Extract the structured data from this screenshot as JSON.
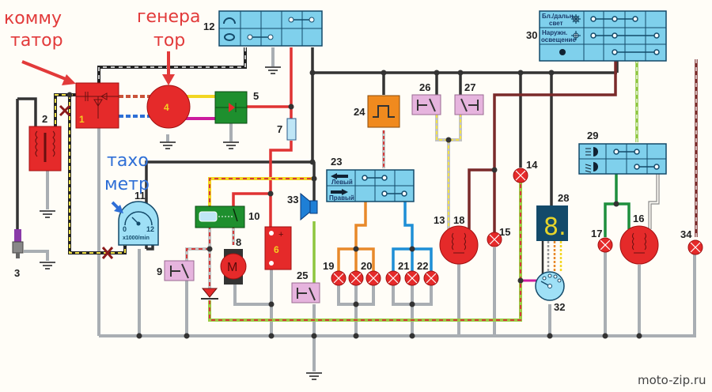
{
  "diagram": {
    "type": "motorcycle-wiring-schematic",
    "annotations": {
      "commutator": [
        "комму",
        "татор"
      ],
      "generator": [
        "генера",
        "тор"
      ],
      "tachometer": [
        "тахо",
        "метр"
      ]
    },
    "tachometer_dial": {
      "min": "0",
      "max": "12",
      "unit": "x1000/min"
    },
    "turn_switch": {
      "left": "Левый",
      "right": "Правый"
    },
    "light_switch": {
      "high_low": [
        "Бл./дальн.",
        "свет"
      ],
      "outer": [
        "Наружн.",
        "освещение"
      ]
    },
    "watermark": "moto-zip.ru",
    "components": [
      {
        "id": "1",
        "name": "commutator"
      },
      {
        "id": "2",
        "name": "ignition-coil"
      },
      {
        "id": "3",
        "name": "spark-plug"
      },
      {
        "id": "4",
        "name": "generator"
      },
      {
        "id": "5",
        "name": "rectifier"
      },
      {
        "id": "6",
        "name": "battery"
      },
      {
        "id": "7",
        "name": "fuse"
      },
      {
        "id": "8",
        "name": "starter-motor"
      },
      {
        "id": "9",
        "name": "starter-button"
      },
      {
        "id": "10",
        "name": "starter-relay"
      },
      {
        "id": "11",
        "name": "tachometer"
      },
      {
        "id": "12",
        "name": "ignition-switch"
      },
      {
        "id": "13",
        "name": "lamp-13"
      },
      {
        "id": "14",
        "name": "indicator-lamp-14"
      },
      {
        "id": "15",
        "name": "lamp-15"
      },
      {
        "id": "16",
        "name": "headlight"
      },
      {
        "id": "17",
        "name": "lamp-17"
      },
      {
        "id": "18",
        "name": "tail-brake-light"
      },
      {
        "id": "19",
        "name": "turn-lamp-19"
      },
      {
        "id": "20",
        "name": "turn-lamp-20"
      },
      {
        "id": "21",
        "name": "turn-lamp-21"
      },
      {
        "id": "22",
        "name": "turn-lamp-22"
      },
      {
        "id": "23",
        "name": "turn-signal-switch"
      },
      {
        "id": "24",
        "name": "turn-relay"
      },
      {
        "id": "25",
        "name": "horn-button"
      },
      {
        "id": "26",
        "name": "brake-switch-front"
      },
      {
        "id": "27",
        "name": "brake-switch-rear"
      },
      {
        "id": "28",
        "name": "gear-indicator"
      },
      {
        "id": "29",
        "name": "dimmer-switch"
      },
      {
        "id": "30",
        "name": "light-switch"
      },
      {
        "id": "32",
        "name": "gear-sensor"
      },
      {
        "id": "33",
        "name": "horn"
      },
      {
        "id": "34",
        "name": "lamp-34"
      }
    ],
    "colors": {
      "component_red": "#e52a2a",
      "switch_blue": "#7fd0ec",
      "button_pink": "#e6b4de",
      "relay_orange": "#f08a1e",
      "rectifier_green": "#1e8f2e",
      "ground_wire": "#a9aeb3",
      "annotation_red": "#e23a3a",
      "annotation_blue": "#2f6fd6"
    }
  }
}
